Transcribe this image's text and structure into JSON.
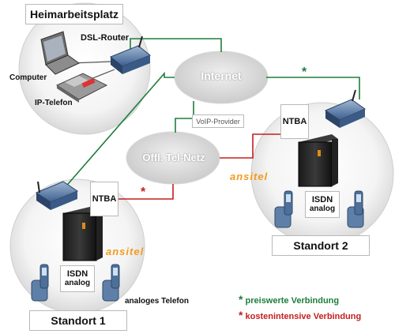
{
  "sites": {
    "home": {
      "title": "Heimarbeitsplatz",
      "router": "DSL-Router",
      "computer": "Computer",
      "phone": "IP-Telefon"
    },
    "site1": {
      "title": "Standort 1",
      "ntba": "NTBA",
      "isdn": "ISDN",
      "analog": "analog",
      "phone_label": "analoges Telefon"
    },
    "site2": {
      "title": "Standort 2",
      "ntba": "NTBA",
      "isdn": "ISDN",
      "analog": "analog"
    }
  },
  "clouds": {
    "internet": "Internet",
    "telnet": "Öffl. Tel-Netz"
  },
  "provider": "VoIP-Provider",
  "brand": "ansitel",
  "legend": {
    "green": {
      "marker": "*",
      "label": "preiswerte Verbindung",
      "color": "#1e7e3c"
    },
    "red": {
      "marker": "*",
      "label": "kostenintensive Verbindung",
      "color": "#c41e1e"
    }
  },
  "colors": {
    "green_line": "#1e7e3c",
    "red_line": "#c41e1e",
    "orange_brand": "#f39a1e"
  }
}
